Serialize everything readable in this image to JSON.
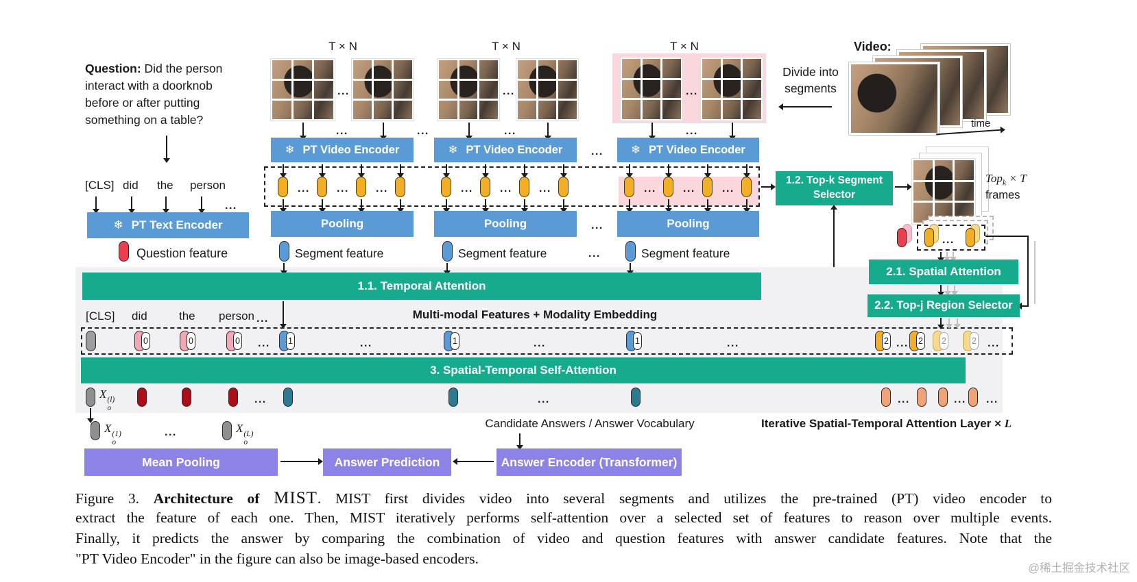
{
  "icons": {
    "snowflake": "❄"
  },
  "ellipsis": "...",
  "question": {
    "label": "Question:",
    "text": "Did the person interact with a doorknob before or after putting something on a table?"
  },
  "text_tokens": {
    "cls": "[CLS]",
    "t1": "did",
    "t2": "the",
    "t3": "person"
  },
  "text_encoder_label": "PT Text Encoder",
  "question_feature_label": "Question feature",
  "segment": {
    "txn": "T × N",
    "encoder": "PT Video Encoder",
    "pooling": "Pooling",
    "feature": "Segment feature"
  },
  "video": {
    "label": "Video:",
    "divide": "Divide into segments",
    "time": "time"
  },
  "selector": {
    "topk_line1": "1.2. Top-k Segment",
    "topk_line2": "Selector",
    "top": "Top",
    "k": "k",
    "xt": "× T",
    "frames": "frames",
    "spatial": "2.1. Spatial Attention",
    "topj": "2.2. Top-j Region Selector"
  },
  "attention": {
    "temporal": "1.1. Temporal Attention",
    "multimodal": "Multi-modal Features + Modality Embedding",
    "selfattn": "3. Spatial-Temporal Self-Attention",
    "iterative": "Iterative Spatial-Temporal Attention Layer ×",
    "iterative_L": "L"
  },
  "modality": {
    "text": "0",
    "segment": "1",
    "region": "2"
  },
  "outputs": {
    "x": "X",
    "o": "o",
    "l": "(l)",
    "one": "(1)",
    "L": "(L)"
  },
  "answer": {
    "candidates": "Candidate Answers / Answer Vocabulary",
    "mean_pooling": "Mean Pooling",
    "prediction": "Answer Prediction",
    "encoder": "Answer Encoder (Transformer)"
  },
  "caption": {
    "fig": "Figure 3.",
    "bold": "Architecture of",
    "logo": "MIST",
    "sep": ".",
    "l1": "MIST first divides video into several segments and utilizes the pre-trained (PT) video encoder to",
    "l2": "extract the feature of each one. Then, MIST iteratively performs self-attention over a selected set of features to reason over multiple events.",
    "l3": "Finally, it predicts the answer by comparing the combination of video and question features with answer candidate features. Note that the",
    "l4": "\"PT Video Encoder\" in the figure can also be image-based encoders."
  },
  "watermark": "@稀土掘金技术社区",
  "colors": {
    "box_blue": "#5b9bd5",
    "box_green": "#16ab8d",
    "box_purple": "#8d82e6",
    "pink_highlight": "#f9d7dc",
    "band_gray": "#f1f1f4",
    "pill_yellow": "#f2af25",
    "pill_pink": "#f5a6b4",
    "pill_blue": "#5b9bd5",
    "pill_red": "#e8404d",
    "pill_darkred": "#ad0d16",
    "pill_teal": "#2d7b92",
    "pill_gray": "#9d9d9d",
    "pill_orange": "#f1a377",
    "pill_faded": "#f8d98a"
  }
}
